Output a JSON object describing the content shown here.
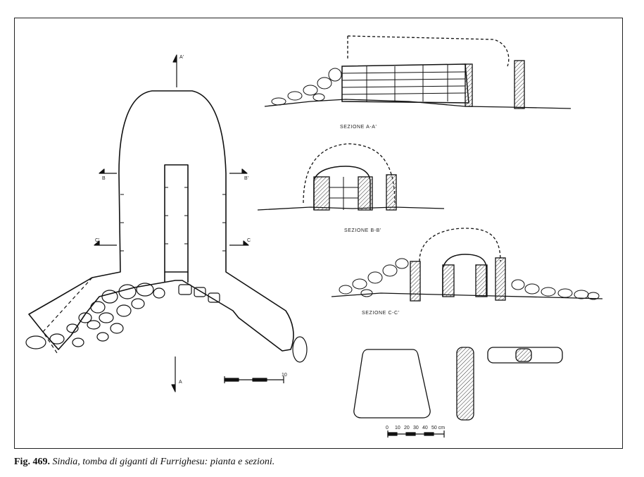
{
  "figure": {
    "sections": [
      {
        "key": "a",
        "label": "SEZIONE A-A'"
      },
      {
        "key": "b",
        "label": "SEZIONE B-B'"
      },
      {
        "key": "c",
        "label": "SEZIONE C-C'"
      }
    ],
    "cut_marks": {
      "a_top": "A'",
      "a_bottom": "A",
      "b_left": "B",
      "b_right": "B'",
      "c_left": "C'",
      "c_right": "C"
    },
    "scale_plan_end": "10",
    "scale_small_ticks": [
      "0",
      "10",
      "20",
      "30",
      "40",
      "50 cm"
    ]
  },
  "caption": {
    "number": "Fig. 469.",
    "text": "Sindia, tomba di giganti di Furrighesu: pianta e sezioni."
  }
}
